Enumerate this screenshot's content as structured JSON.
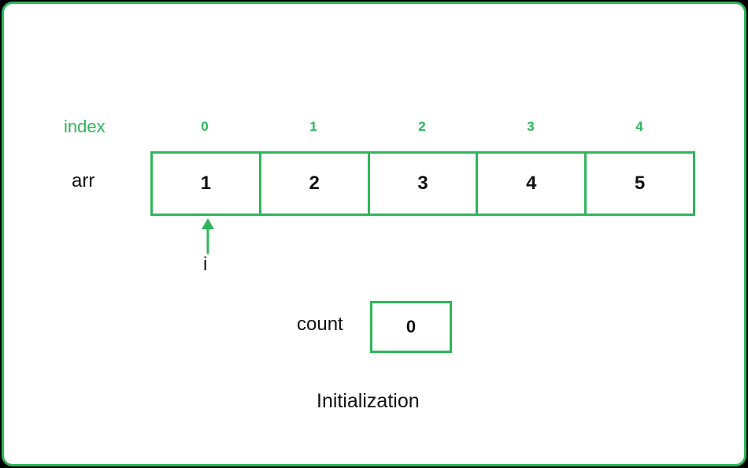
{
  "colors": {
    "accent": "#2fb65a",
    "text": "#111111",
    "background": "#ffffff",
    "outer": "#000000"
  },
  "labels": {
    "index": "index",
    "arr": "arr",
    "pointer": "i",
    "count": "count",
    "caption": "Initialization"
  },
  "indices": [
    "0",
    "1",
    "2",
    "3",
    "4"
  ],
  "array_values": [
    "1",
    "2",
    "3",
    "4",
    "5"
  ],
  "pointer_index": 0,
  "count_value": "0",
  "icons": {
    "pointer": "up-arrow-icon"
  }
}
